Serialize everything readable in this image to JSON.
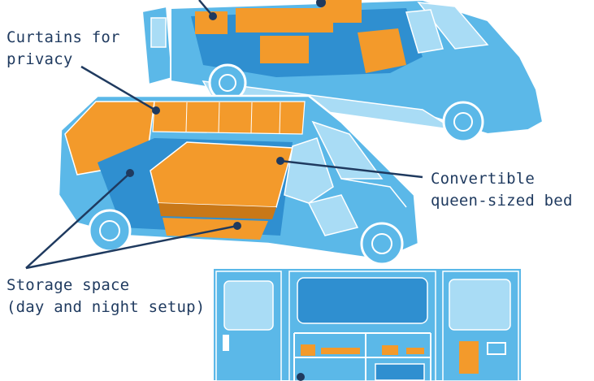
{
  "labels": {
    "curtains": {
      "line1": "Curtains for",
      "line2": "privacy"
    },
    "bed": {
      "line1": "Convertible",
      "line2": "queen-sized bed"
    },
    "storage": {
      "line1": "Storage space",
      "line2": "(day and night setup)"
    }
  },
  "colors": {
    "van_body": "#5bb8e8",
    "van_light": "#a9dcf5",
    "van_outline": "#ffffff",
    "interior_orange": "#f39a2b",
    "floor_blue": "#2f8fd0",
    "callout_navy": "#1f3a5f",
    "background": "#ffffff"
  }
}
